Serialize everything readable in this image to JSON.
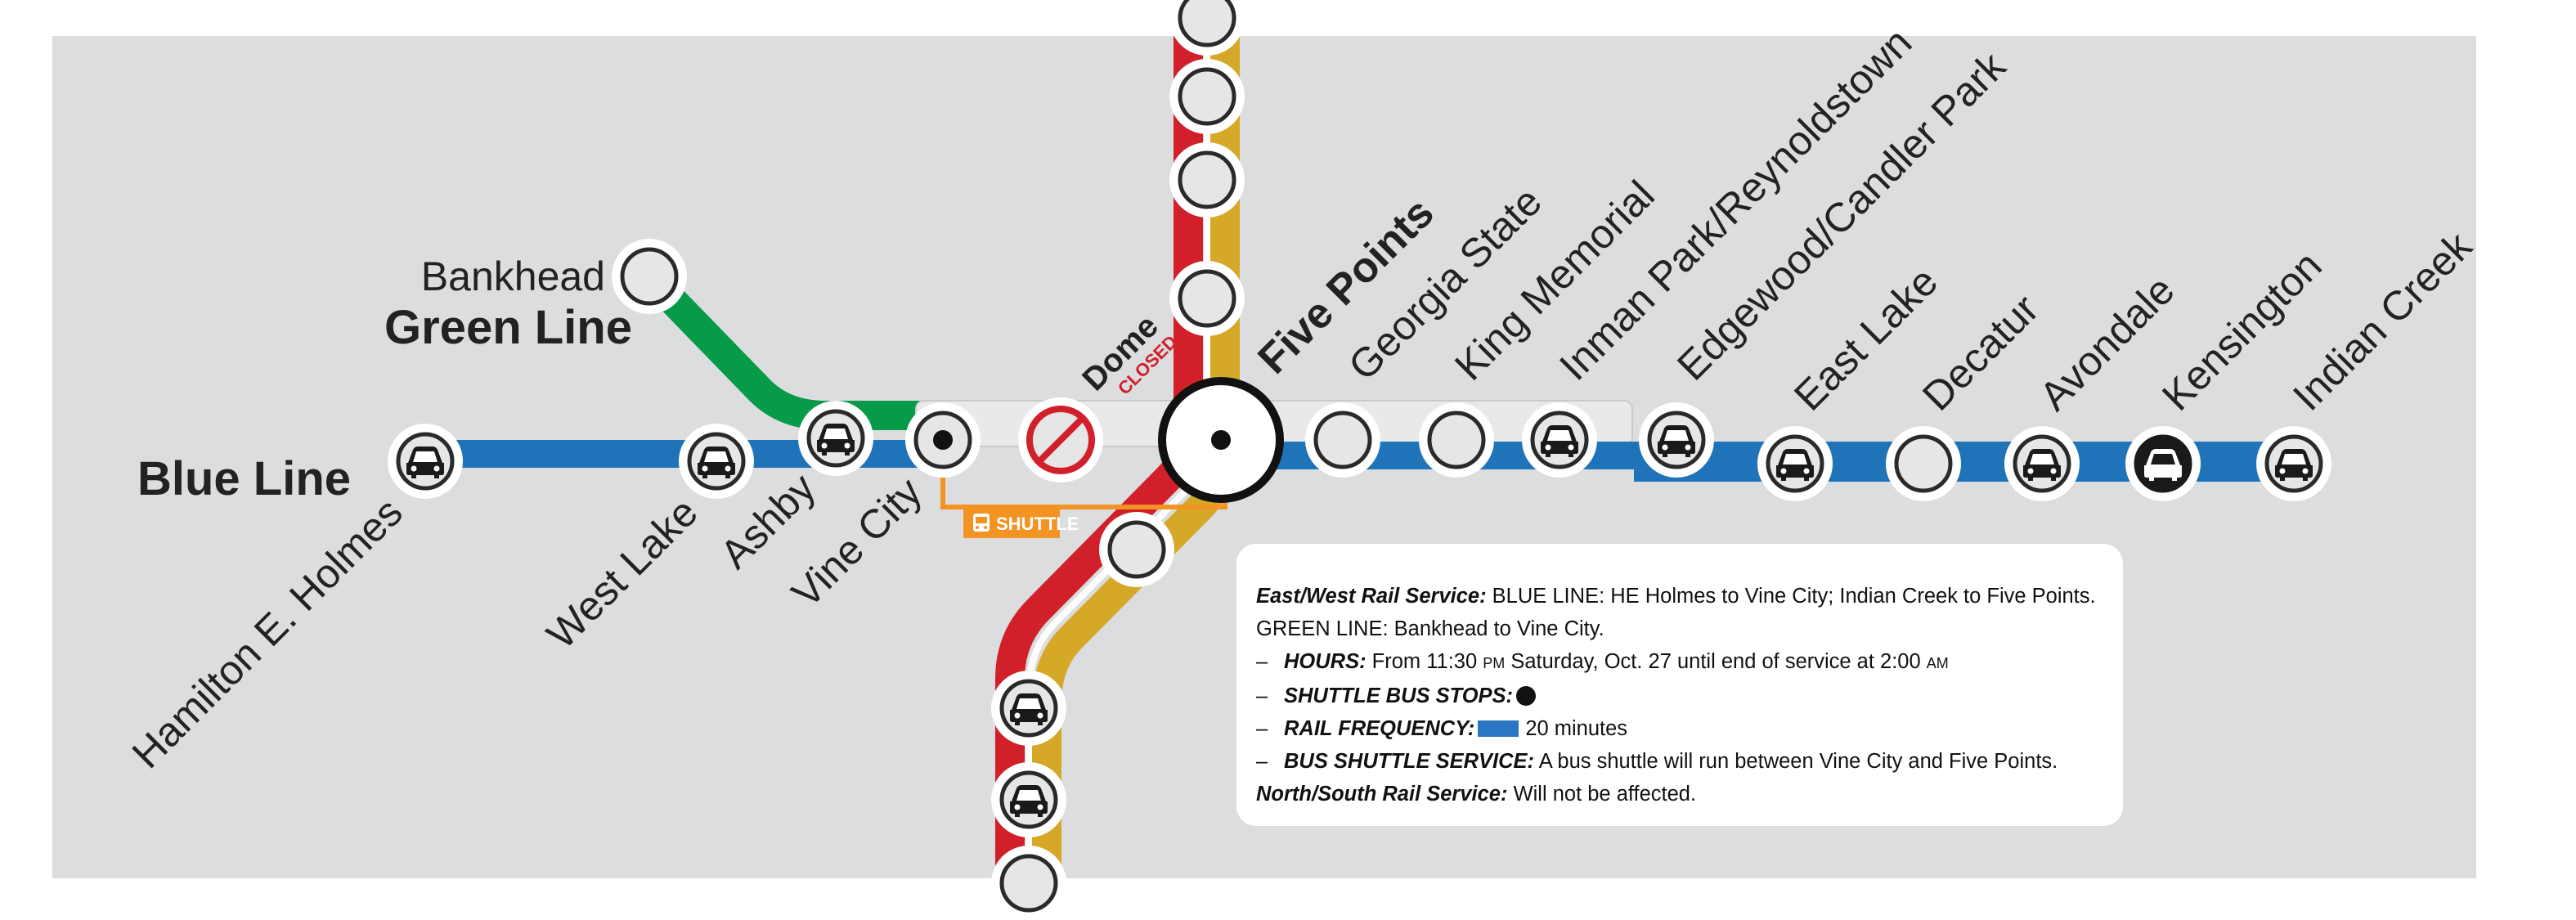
{
  "colors": {
    "background": "#dcdddf",
    "blue_line": "#1f74b9",
    "green_line": "#079a48",
    "red_line": "#d1202a",
    "gold_line": "#d6a828",
    "shuttle": "#f39323",
    "closed": "#d1202a"
  },
  "lines": {
    "blue": "Blue Line",
    "green": "Green Line"
  },
  "stations": {
    "bankhead": "Bankhead",
    "hamilton": "Hamilton E. Holmes",
    "west_lake": "West Lake",
    "ashby": "Ashby",
    "vine_city": "Vine City",
    "dome": "Dome",
    "dome_status": "CLOSED",
    "five_points": "Five Points",
    "georgia_state": "Georgia State",
    "king_memorial": "King Memorial",
    "inman_park": "Inman Park/Reynoldstown",
    "edgewood": "Edgewood/Candler Park",
    "east_lake": "East Lake",
    "decatur": "Decatur",
    "avondale": "Avondale",
    "kensington": "Kensington",
    "indian_creek": "Indian Creek"
  },
  "shuttle_label": "SHUTTLE",
  "icons": {
    "parking": "car-icon",
    "shuttle": "bus-icon",
    "closed": "no-entry-icon"
  },
  "notice": {
    "ew_title": "East/West Rail Service:",
    "ew_text": " BLUE LINE: HE Holmes to Vine City; Indian Creek to Five Points.",
    "ew_text2": "GREEN LINE: Bankhead to Vine City.",
    "bullets": [
      {
        "label": "HOURS:",
        "pre": " From 11:30 ",
        "sc1": "PM",
        "mid": " Saturday, Oct. 27 until end of service at 2:00 ",
        "sc2": "AM"
      },
      {
        "label": "SHUTTLE BUS STOPS:"
      },
      {
        "label": "RAIL FREQUENCY:",
        "text": "20 minutes"
      },
      {
        "label": "BUS SHUTTLE SERVICE:",
        "text": " A bus shuttle will run between Vine City and Five Points."
      }
    ],
    "ns_title": "North/South Rail Service:",
    "ns_text": " Will not be affected."
  }
}
